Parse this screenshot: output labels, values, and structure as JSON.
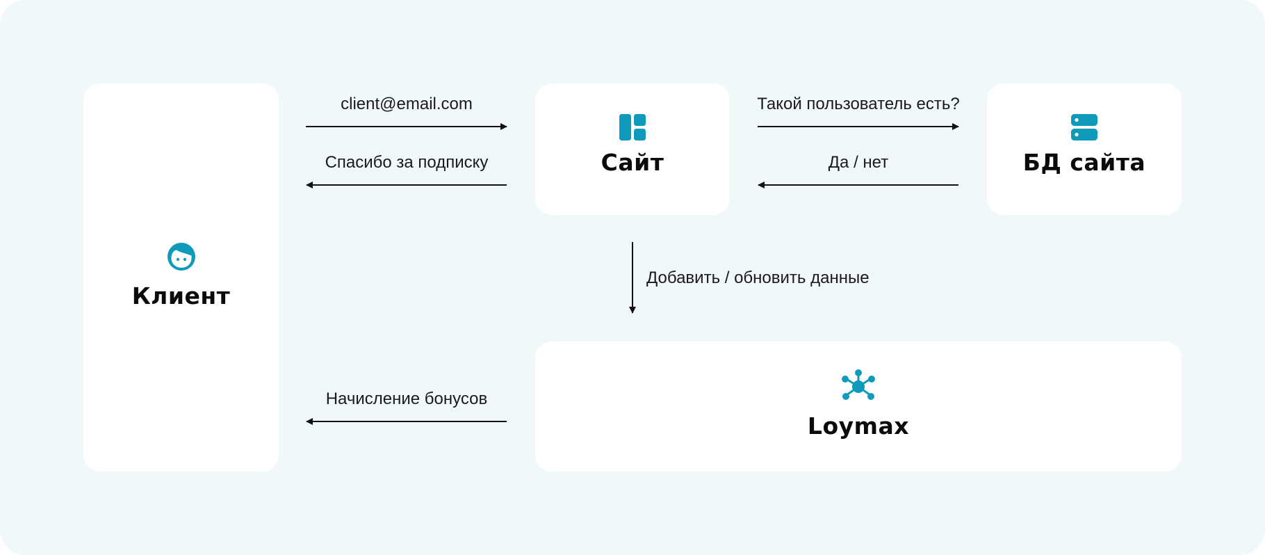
{
  "nodes": {
    "client": {
      "title": "Клиент",
      "icon": "face-icon"
    },
    "site": {
      "title": "Сайт",
      "icon": "layout-icon"
    },
    "db": {
      "title": "БД сайта",
      "icon": "database-icon"
    },
    "loymax": {
      "title": "Loymax",
      "icon": "network-hub-icon"
    }
  },
  "edges": {
    "client_to_site_email": {
      "label": "client@email.com",
      "from": "client",
      "to": "site"
    },
    "site_to_client_thanks": {
      "label": "Спасибо за подписку",
      "from": "site",
      "to": "client"
    },
    "site_to_db_query": {
      "label": "Такой пользователь есть?",
      "from": "site",
      "to": "db"
    },
    "db_to_site_answer": {
      "label": "Да / нет",
      "from": "db",
      "to": "site"
    },
    "site_to_loymax_update": {
      "label": "Добавить / обновить данные",
      "from": "site",
      "to": "loymax"
    },
    "loymax_to_client_bonus": {
      "label": "Начисление бонусов",
      "from": "loymax",
      "to": "client"
    }
  },
  "colors": {
    "background": "#f1f8fa",
    "card": "#ffffff",
    "accent": "#0e9bbb",
    "text": "#0b0b0b",
    "arrow": "#111111"
  }
}
